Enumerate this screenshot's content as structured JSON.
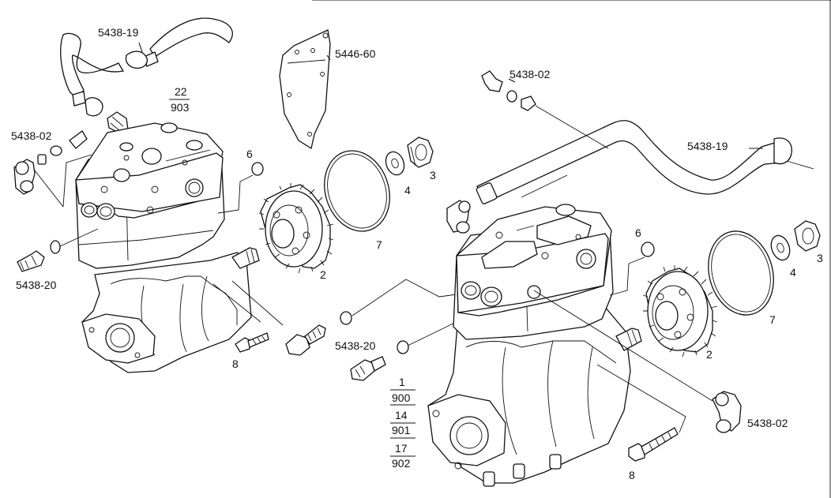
{
  "labels": {
    "hose_top": "5438-19",
    "bracket": "5446-60",
    "fraction_22_num": "22",
    "fraction_22_den": "903",
    "left_elbow": "5438-02",
    "left_sensor": "5438-20",
    "left_oring": "6",
    "left_gear": "2",
    "left_gasket": "7",
    "left_washer": "4",
    "left_nut": "3",
    "left_bolt": "8",
    "mid_sensor": "5438-20",
    "right_fitting": "5438-02",
    "right_hose": "5438-19",
    "right_oring": "6",
    "right_gasket": "7",
    "right_washer": "4",
    "right_nut": "3",
    "right_gear": "2",
    "right_elbow": "5438-02",
    "right_bolt": "8",
    "frac1_num": "1",
    "frac1_den": "900",
    "frac2_num": "14",
    "frac2_den": "901",
    "frac3_num": "17",
    "frac3_den": "902"
  }
}
